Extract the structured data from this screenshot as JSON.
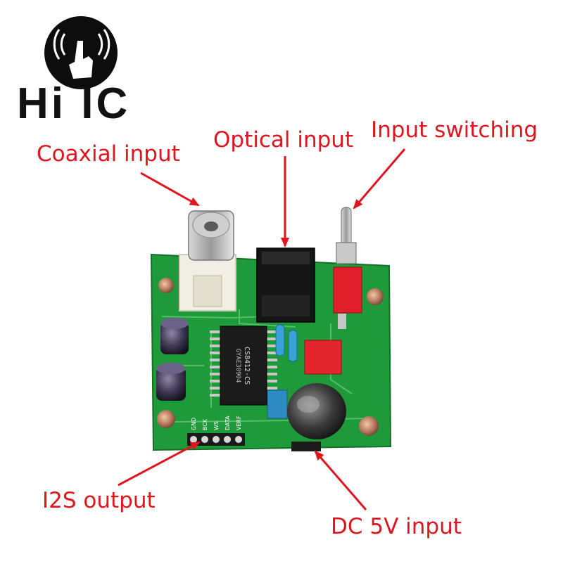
{
  "logo": {
    "text": "Hi IC",
    "icon": "hand-signal-icon"
  },
  "callouts": {
    "coaxial": "Coaxial input",
    "optical": "Optical input",
    "switching": "Input switching",
    "i2s": "I2S output",
    "dc": "DC 5V input"
  },
  "chip": {
    "line1": "CS8412-CS",
    "line2": "GYAE30904"
  },
  "pin_labels": [
    "GND",
    "BCK",
    "WS",
    "DATA",
    "VERF"
  ],
  "colors": {
    "callout": "#e0161f",
    "pcb": "#1f9a3a",
    "logo": "#111111"
  }
}
